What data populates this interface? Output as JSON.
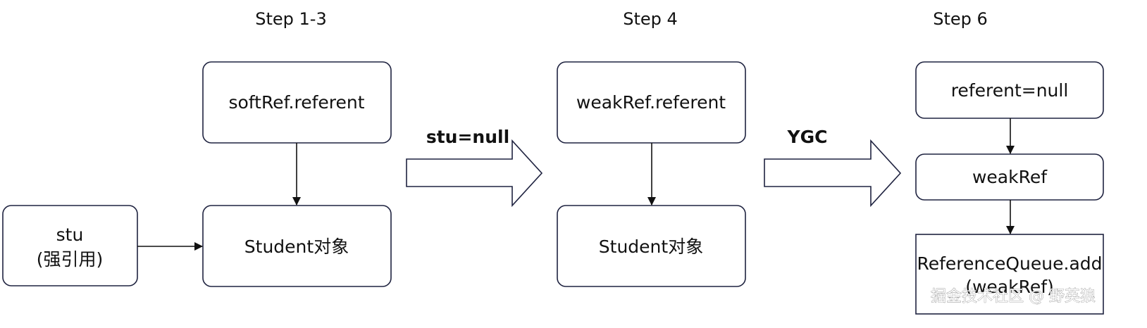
{
  "steps": {
    "step1_title": "Step 1-3",
    "step2_title": "Step 4",
    "step3_title": "Step 6"
  },
  "step1": {
    "stu_line1": "stu",
    "stu_line2": "(强引用)",
    "soft_ref": "softRef.referent",
    "student": "Student对象"
  },
  "transition1": {
    "label": "stu=null"
  },
  "step2": {
    "weak_ref_referent": "weakRef.referent",
    "student": "Student对象"
  },
  "transition2": {
    "label": "YGC"
  },
  "step3": {
    "referent_null": "referent=null",
    "weak_ref": "weakRef",
    "queue_line1": "ReferenceQueue.add",
    "queue_line2": "(weakRef)"
  },
  "watermark": "掘金技术社区 @ 野英狼"
}
